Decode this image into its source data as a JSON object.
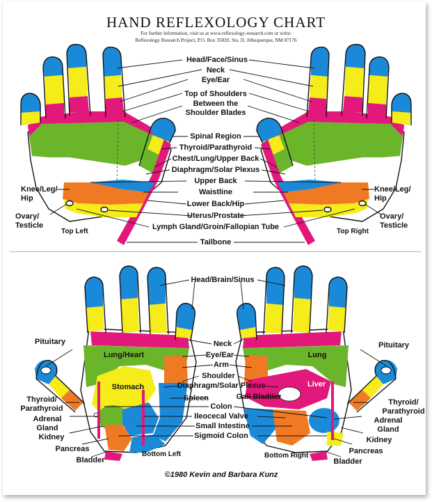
{
  "header": {
    "title": "HAND REFLEXOLOGY CHART",
    "line1": "For further information, visit us at www.reflexology-research.com or write:",
    "line2": "Reflexology Research Project, P.O. Box 35820, Sta. D, Albuquerque, NM 87176"
  },
  "top": {
    "labels": [
      "Head/Face/Sinus",
      "Neck",
      "Eye/Ear",
      "Top of Shoulders",
      "Between the",
      "Shoulder Blades",
      "Spinal Region",
      "Thyroid/Parathyroid",
      "Chest/Lung/Upper Back",
      "Diaphragm/Solar Plexus",
      "Upper Back",
      "Waistline",
      "Lower Back/Hip",
      "Uterus/Prostate",
      "Lymph Gland/Groin/Fallopian Tube",
      "Tailbone"
    ],
    "knee_left": "Knee/Leg/\nHip",
    "ovary_left": "Ovary/\nTesticle",
    "knee_right": "Knee/Leg/\nHip",
    "ovary_right": "Ovary/\nTesticle",
    "caption_left": "Top Left",
    "caption_right": "Top Right"
  },
  "bottom": {
    "labels": [
      "Head/Brain/Sinus",
      "Neck",
      "Eye/Ear",
      "Arm",
      "Shoulder",
      "Diaphragm/Solar Plexus",
      "Spleen",
      "Colon",
      "Gall Bladder",
      "Ileocecal Valve",
      "Small Intestine",
      "Sigmoid Colon"
    ],
    "left_side": [
      "Pituitary",
      "Thyroid/\nParathyroid",
      "Adrenal\nGland",
      "Kidney",
      "Pancreas",
      "Bladder"
    ],
    "right_side": [
      "Pituitary",
      "Thyroid/\nParathyroid",
      "Adrenal\nGland",
      "Kidney",
      "Pancreas",
      "Bladder"
    ],
    "inner_left": [
      "Lung/Heart",
      "Stomach"
    ],
    "inner_right": [
      "Lung",
      "Liver"
    ],
    "caption_left": "Bottom Left",
    "caption_right": "Bottom Right"
  },
  "copyright": "©1980 Kevin and Barbara Kunz",
  "colors": {
    "blue": "#1a8ad8",
    "yellow": "#f5ec1a",
    "pink": "#e2187a",
    "green": "#6bb52a",
    "orange": "#f07a24",
    "white": "#ffffff"
  }
}
